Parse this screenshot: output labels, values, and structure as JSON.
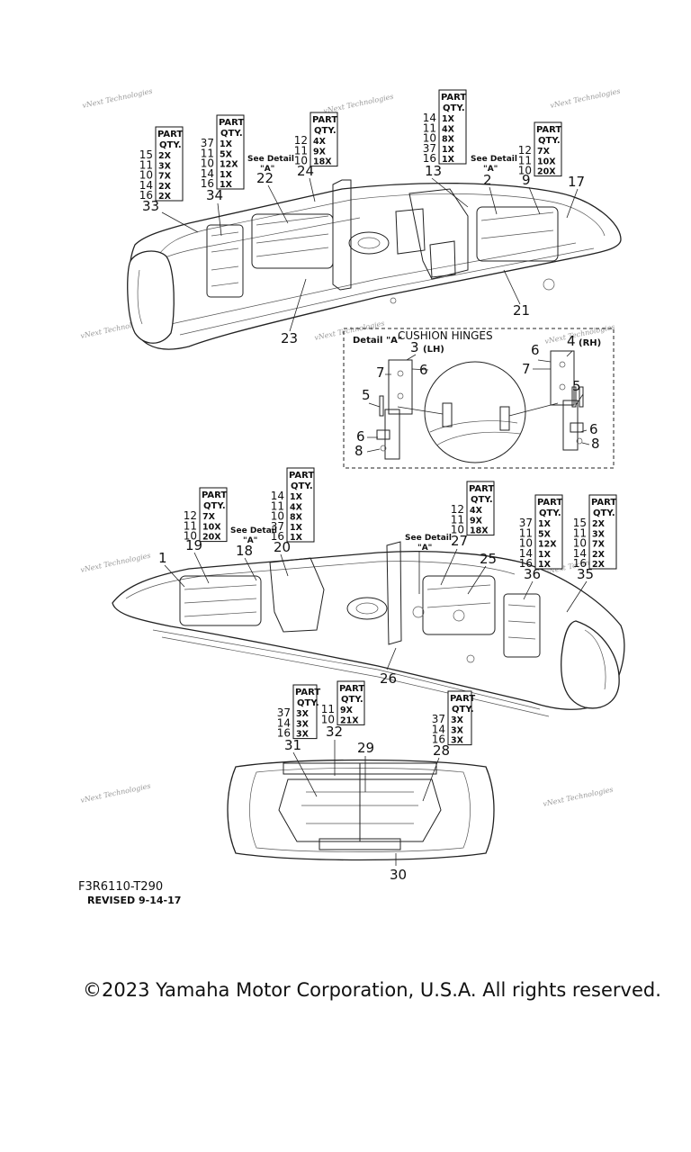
{
  "document": {
    "code": "F3R6110-T290",
    "revised": "REVISED 9-14-17",
    "copyright": "©2023 Yamaha Motor Corporation, U.S.A. All rights reserved."
  },
  "watermark": "vNext Technologies",
  "table_header": {
    "line1": "PART",
    "line2": "QTY."
  },
  "see_detail": {
    "line1": "See Detail",
    "line2": "\"A\""
  },
  "detail": {
    "title": "CUSHION HINGES",
    "label": "Detail \"A\"",
    "parts": [
      {
        "num": "3",
        "note": "(LH)"
      },
      {
        "num": "4",
        "note": "(RH)"
      },
      {
        "num": "5",
        "note": ""
      },
      {
        "num": "6",
        "note": ""
      },
      {
        "num": "7",
        "note": ""
      },
      {
        "num": "8",
        "note": ""
      }
    ]
  },
  "callouts": [
    "1",
    "2",
    "9",
    "13",
    "17",
    "18",
    "19",
    "20",
    "21",
    "22",
    "23",
    "24",
    "25",
    "26",
    "27",
    "28",
    "29",
    "30",
    "31",
    "32",
    "33",
    "34",
    "35",
    "36"
  ],
  "qty_tables": [
    {
      "id": "t33",
      "rows": [
        [
          "15",
          "2X"
        ],
        [
          "11",
          "3X"
        ],
        [
          "10",
          "7X"
        ],
        [
          "14",
          "2X"
        ],
        [
          "16",
          "2X"
        ]
      ]
    },
    {
      "id": "t34",
      "rows": [
        [
          "37",
          "1X"
        ],
        [
          "11",
          "5X"
        ],
        [
          "10",
          "12X"
        ],
        [
          "14",
          "1X"
        ],
        [
          "16",
          "1X"
        ]
      ]
    },
    {
      "id": "t24",
      "rows": [
        [
          "12",
          "4X"
        ],
        [
          "11",
          "9X"
        ],
        [
          "10",
          "18X"
        ]
      ]
    },
    {
      "id": "t13",
      "rows": [
        [
          "14",
          "1X"
        ],
        [
          "11",
          "4X"
        ],
        [
          "10",
          "8X"
        ],
        [
          "37",
          "1X"
        ],
        [
          "16",
          "1X"
        ]
      ]
    },
    {
      "id": "t9",
      "rows": [
        [
          "12",
          "7X"
        ],
        [
          "11",
          "10X"
        ],
        [
          "10",
          "20X"
        ]
      ]
    },
    {
      "id": "t19",
      "rows": [
        [
          "12",
          "7X"
        ],
        [
          "11",
          "10X"
        ],
        [
          "10",
          "20X"
        ]
      ]
    },
    {
      "id": "t20",
      "rows": [
        [
          "14",
          "1X"
        ],
        [
          "11",
          "4X"
        ],
        [
          "10",
          "8X"
        ],
        [
          "37",
          "1X"
        ],
        [
          "16",
          "1X"
        ]
      ]
    },
    {
      "id": "t27",
      "rows": [
        [
          "12",
          "4X"
        ],
        [
          "11",
          "9X"
        ],
        [
          "10",
          "18X"
        ]
      ]
    },
    {
      "id": "t36",
      "rows": [
        [
          "37",
          "1X"
        ],
        [
          "11",
          "5X"
        ],
        [
          "10",
          "12X"
        ],
        [
          "14",
          "1X"
        ],
        [
          "16",
          "1X"
        ]
      ]
    },
    {
      "id": "t35",
      "rows": [
        [
          "15",
          "2X"
        ],
        [
          "11",
          "3X"
        ],
        [
          "10",
          "7X"
        ],
        [
          "14",
          "2X"
        ],
        [
          "16",
          "2X"
        ]
      ]
    },
    {
      "id": "t31",
      "rows": [
        [
          "37",
          "3X"
        ],
        [
          "14",
          "3X"
        ],
        [
          "16",
          "3X"
        ]
      ]
    },
    {
      "id": "t32",
      "rows": [
        [
          "11",
          "9X"
        ],
        [
          "10",
          "21X"
        ]
      ]
    },
    {
      "id": "t28",
      "rows": [
        [
          "37",
          "3X"
        ],
        [
          "14",
          "3X"
        ],
        [
          "16",
          "3X"
        ]
      ]
    }
  ]
}
